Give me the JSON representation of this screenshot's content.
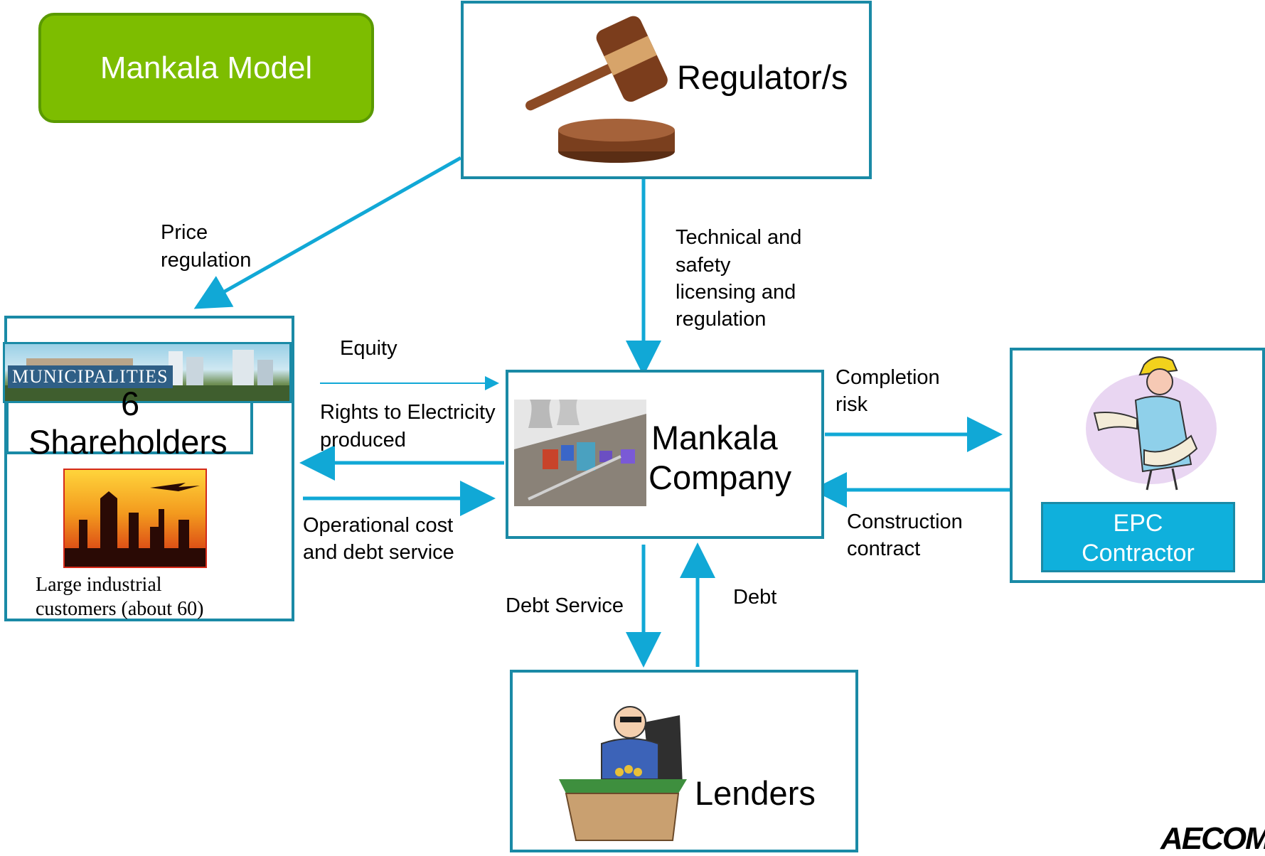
{
  "diagram": {
    "title": "Mankala Model",
    "nodes": {
      "regulator": "Regulator/s",
      "company": {
        "line1": "Mankala",
        "line2": "Company"
      },
      "shareholders": {
        "banner": "MUNICIPALITIES",
        "count": "6",
        "label": "Shareholders",
        "caption_line1": "Large industrial",
        "caption_line2": "customers (about 60)"
      },
      "epc": {
        "line1": "EPC",
        "line2": "Contractor"
      },
      "lenders": "Lenders"
    },
    "edges": {
      "price_regulation": {
        "line1": "Price",
        "line2": "regulation"
      },
      "technical": {
        "line1": "Technical and",
        "line2": "safety",
        "line3": "licensing and",
        "line4": "regulation"
      },
      "equity": "Equity",
      "rights": {
        "line1": "Rights to Electricity",
        "line2": "produced"
      },
      "operational": {
        "line1": "Operational cost",
        "line2": "and debt service"
      },
      "completion": {
        "line1": "Completion",
        "line2": "risk"
      },
      "construction": {
        "line1": "Construction",
        "line2": "contract"
      },
      "debt_service": "Debt Service",
      "debt": "Debt"
    },
    "logo": "AECOM",
    "colors": {
      "border": "#1a8aa6",
      "arrow": "#11a8d6",
      "title_bg": "#7dbd00",
      "epc_bg": "#0fb0dc"
    }
  }
}
